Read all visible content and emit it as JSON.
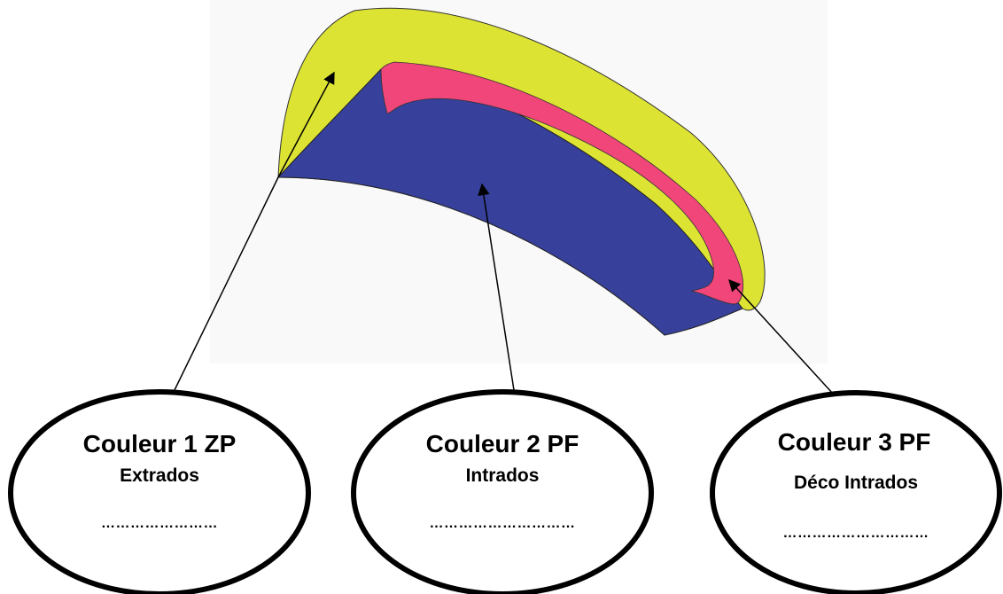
{
  "colors": {
    "extrados": "#dde333",
    "intrados": "#37409a",
    "deco_intrados": "#f0467a",
    "panel_background": "#f9f9f9",
    "outline": "#000000"
  },
  "callouts": [
    {
      "title": "Couleur 1 ZP",
      "subtitle": "Extrados",
      "blank": "……………………"
    },
    {
      "title": "Couleur 2 PF",
      "subtitle": "Intrados",
      "blank": "…………………………"
    },
    {
      "title": "Couleur 3 PF",
      "subtitle": "Déco Intrados",
      "blank": "…………………………"
    }
  ]
}
